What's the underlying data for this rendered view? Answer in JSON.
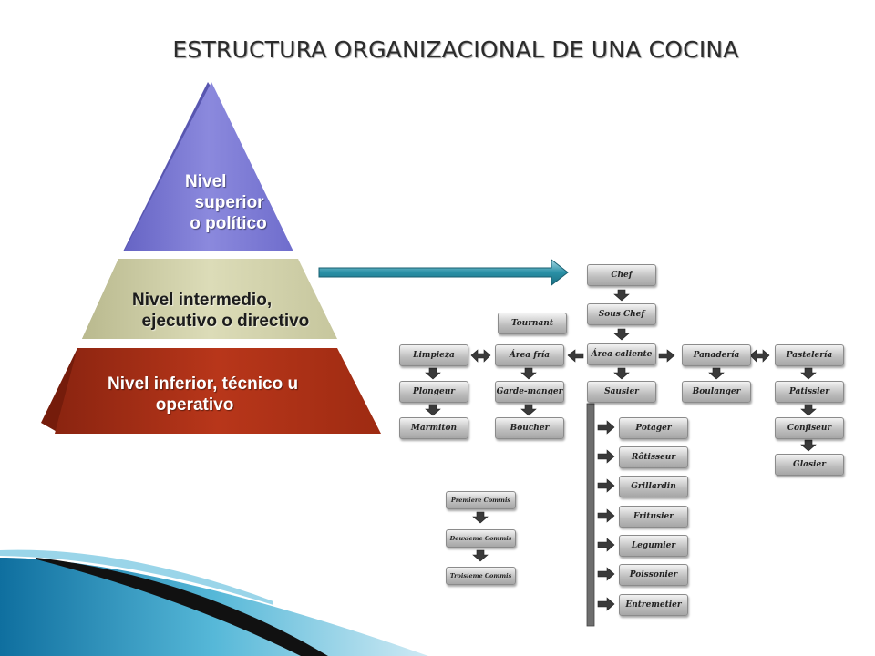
{
  "title": "ESTRUCTURA ORGANIZACIONAL DE UNA COCINA",
  "pyramid": {
    "superior": "Nivel\n  superior\n o político",
    "intermedio": "Nivel intermedio,\n  ejecutivo o directivo",
    "inferior": "Nivel inferior, técnico u\n          operativo"
  },
  "colors": {
    "superior": "#7b79d3",
    "intermedio": "#cfcfa6",
    "inferior": "#a92e14",
    "arrow": "#1f7c8f"
  },
  "chart": {
    "chef": "Chef",
    "sous_chef": "Sous Chef",
    "tournant": "Tournant",
    "limpieza": "Limpieza",
    "area_fria": "Área fría",
    "area_caliente": "Área caliente",
    "panaderia": "Panadería",
    "pasteleria": "Pastelería",
    "plongeur": "Plongeur",
    "marmiton": "Marmiton",
    "garde_manger": "Garde-manger",
    "boucher": "Boucher",
    "sausier": "Sausier",
    "boulanger": "Boulanger",
    "patissier": "Patissier",
    "confiseur": "Confiseur",
    "glasier": "Glasier",
    "potager": "Potager",
    "rotisseur": "Rôtisseur",
    "grillardin": "Grillardin",
    "fritusier": "Fritusier",
    "legumier": "Legumier",
    "poissonier": "Poissonier",
    "entremetier": "Entremetier",
    "premiere_commis": "Premiere Commis",
    "deuxieme_commis": "Deuxieme Commis",
    "troisieme_commis": "Troisieme Commis"
  }
}
